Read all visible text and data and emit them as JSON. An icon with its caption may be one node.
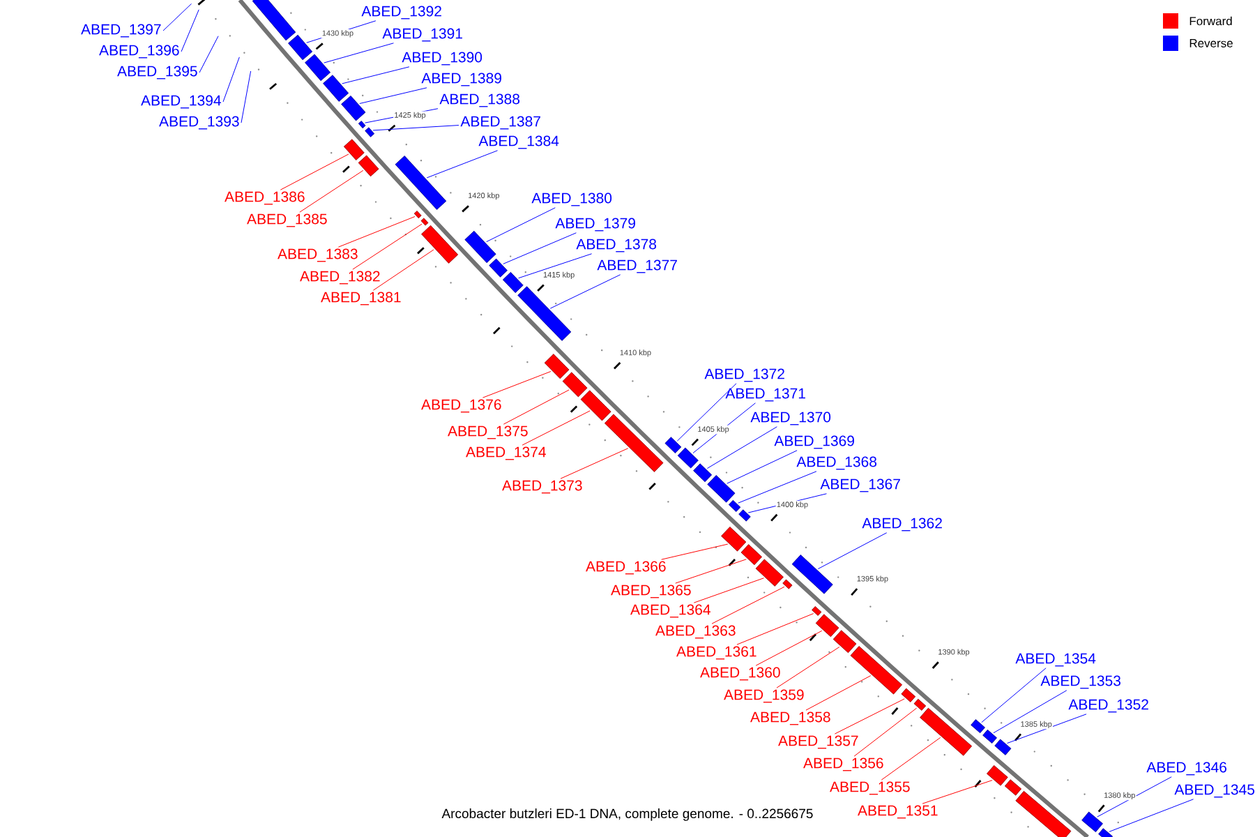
{
  "diagram": {
    "caption": "Arcobacter butzleri ED-1 DNA, complete genome. - 0..2256675",
    "nodes": [
      {
        "text": [
          "ABED_1397"
        ]
      },
      {
        "text": [
          "ABED_1396"
        ]
      },
      {
        "text": [
          "ABED_1395"
        ]
      },
      {
        "text": [
          "ABED_1394"
        ]
      },
      {
        "text": [
          "ABED_1393"
        ]
      },
      {
        "text": [],
        "shape": "box"
      },
      {
        "text": [
          "ABED_1392"
        ]
      },
      {
        "text": [],
        "shape": "box"
      },
      {
        "text": [
          "ABED_1391"
        ]
      },
      {
        "text": [],
        "shape": "box"
      },
      {
        "text": [
          "ABED_1390"
        ]
      },
      {
        "text": [],
        "shape": "box"
      },
      {
        "text": [
          "ABED_1389"
        ]
      },
      {
        "text": [],
        "shape": "box"
      },
      {
        "text": [
          "ABED_1388"
        ]
      },
      {
        "text": [],
        "shape": "box"
      },
      {
        "text": [
          "ABED_1387"
        ]
      },
      {
        "text": [],
        "shape": "box"
      },
      {
        "text": [
          "ABED_1386"
        ]
      },
      {
        "text": [],
        "shape": "box"
      },
      {
        "text": [
          "ABED_1385"
        ]
      },
      {
        "text": [],
        "shape": "box"
      },
      {
        "text": [
          "ABED_1384"
        ]
      },
      {
        "text": [],
        "shape": "box"
      },
      {
        "text": [
          "ABED_1383"
        ]
      },
      {
        "text": [],
        "shape": "box"
      },
      {
        "text": [
          "ABED_1382"
        ]
      },
      {
        "text": [],
        "shape": "box"
      },
      {
        "text": [
          "ABED_1381"
        ]
      },
      {
        "text": [],
        "shape": "box"
      },
      {
        "text": [
          "ABED_1380"
        ]
      },
      {
        "text": [],
        "shape": "box"
      },
      {
        "text": [
          "ABED_1379"
        ]
      },
      {
        "text": [],
        "shape": "box"
      },
      {
        "text": [
          "ABED_1378"
        ]
      },
      {
        "text": [],
        "shape": "box"
      },
      {
        "text": [
          "ABED_1377"
        ]
      },
      {
        "text": [],
        "shape": "box"
      },
      {
        "text": [
          "ABED_1376"
        ]
      },
      {
        "text": [],
        "shape": "box"
      },
      {
        "text": [
          "ABED_1375"
        ]
      },
      {
        "text": [],
        "shape": "box"
      },
      {
        "text": [
          "ABED_1374"
        ]
      },
      {
        "text": [],
        "shape": "box"
      },
      {
        "text": [
          "ABED_1373"
        ]
      },
      {
        "text": [],
        "shape": "box"
      },
      {
        "text": [
          "ABED_1372"
        ]
      },
      {
        "text": [],
        "shape": "box"
      },
      {
        "text": [
          "ABED_1371"
        ]
      },
      {
        "text": [],
        "shape": "box"
      },
      {
        "text": [
          "ABED_1370"
        ]
      },
      {
        "text": [],
        "shape": "box"
      },
      {
        "text": [
          "ABED_1369"
        ]
      },
      {
        "text": [],
        "shape": "box"
      },
      {
        "text": [
          "ABED_1368"
        ]
      },
      {
        "text": [],
        "shape": "box"
      },
      {
        "text": [
          "ABED_1367"
        ]
      },
      {
        "text": [],
        "shape": "box"
      },
      {
        "text": [
          "ABED_1366"
        ]
      },
      {
        "text": [],
        "shape": "box"
      },
      {
        "text": [
          "ABED_1365"
        ]
      },
      {
        "text": [],
        "shape": "box"
      },
      {
        "text": [
          "ABED_1364"
        ]
      },
      {
        "text": [],
        "shape": "box"
      },
      {
        "text": [
          "ABED_1363"
        ]
      },
      {
        "text": [],
        "shape": "box"
      },
      {
        "text": [
          "ABED_1362"
        ]
      },
      {
        "text": [],
        "shape": "box"
      },
      {
        "text": [
          "ABED_1361"
        ]
      },
      {
        "text": [],
        "shape": "box"
      },
      {
        "text": [
          "ABED_1360"
        ]
      },
      {
        "text": [],
        "shape": "box"
      },
      {
        "text": [
          "ABED_1359"
        ]
      },
      {
        "text": [],
        "shape": "box"
      },
      {
        "text": [
          "ABED_1358"
        ]
      },
      {
        "text": [],
        "shape": "box"
      },
      {
        "text": [
          "ABED_1357"
        ]
      },
      {
        "text": [],
        "shape": "box"
      },
      {
        "text": [
          "ABED_1356"
        ]
      },
      {
        "text": [],
        "shape": "box"
      },
      {
        "text": [
          "ABED_1355"
        ]
      },
      {
        "text": [],
        "shape": "box"
      },
      {
        "text": [
          "ABED_1354"
        ]
      },
      {
        "text": [],
        "shape": "box"
      },
      {
        "text": [
          "ABED_1353"
        ]
      },
      {
        "text": [],
        "shape": "box"
      },
      {
        "text": [
          "ABED_1352"
        ]
      },
      {
        "text": [],
        "shape": "box"
      },
      {
        "text": [
          "ABED_1351"
        ]
      },
      {
        "text": [],
        "shape": "box"
      },
      {
        "text": [],
        "shape": "box"
      },
      {
        "text": [],
        "shape": "box"
      },
      {
        "text": [
          "ABED_1346"
        ]
      },
      {
        "text": [],
        "shape": "box"
      },
      {
        "text": [
          "ABED_1345"
        ]
      },
      {
        "text": [],
        "shape": "box"
      }
    ],
    "edges": [
      {
        "from": 0,
        "to": null,
        "arrow": "none"
      },
      {
        "from": 1,
        "to": null,
        "arrow": "none"
      },
      {
        "from": 2,
        "to": null,
        "arrow": "none"
      },
      {
        "from": 3,
        "to": null,
        "arrow": "none"
      },
      {
        "from": 4,
        "to": null,
        "arrow": "none"
      },
      {
        "from": 6,
        "to": 7,
        "arrow": "none"
      },
      {
        "from": 8,
        "to": 9,
        "arrow": "none"
      },
      {
        "from": 10,
        "to": 11,
        "arrow": "none"
      },
      {
        "from": 12,
        "to": 13,
        "arrow": "none"
      },
      {
        "from": 14,
        "to": 15,
        "arrow": "none"
      },
      {
        "from": 16,
        "to": 17,
        "arrow": "none"
      },
      {
        "from": 18,
        "to": 19,
        "arrow": "none",
        "color": "#ff0000"
      },
      {
        "from": 20,
        "to": 21,
        "arrow": "none",
        "color": "#ff0000"
      },
      {
        "from": 22,
        "to": 23,
        "arrow": "none"
      },
      {
        "from": 24,
        "to": 25,
        "arrow": "none",
        "color": "#ff0000"
      },
      {
        "from": 26,
        "to": 27,
        "arrow": "none",
        "color": "#ff0000"
      },
      {
        "from": 28,
        "to": 29,
        "arrow": "none",
        "color": "#ff0000"
      },
      {
        "from": 30,
        "to": 31,
        "arrow": "none"
      },
      {
        "from": 32,
        "to": 33,
        "arrow": "none"
      },
      {
        "from": 34,
        "to": 35,
        "arrow": "none"
      },
      {
        "from": 36,
        "to": 37,
        "arrow": "none"
      },
      {
        "from": 38,
        "to": 39,
        "arrow": "none",
        "color": "#ff0000"
      },
      {
        "from": 40,
        "to": 41,
        "arrow": "none",
        "color": "#ff0000"
      },
      {
        "from": 42,
        "to": 43,
        "arrow": "none",
        "color": "#ff0000"
      },
      {
        "from": 44,
        "to": 45,
        "arrow": "none",
        "color": "#ff0000"
      },
      {
        "from": 46,
        "to": 47,
        "arrow": "none"
      },
      {
        "from": 48,
        "to": 49,
        "arrow": "none"
      },
      {
        "from": 50,
        "to": 51,
        "arrow": "none"
      },
      {
        "from": 52,
        "to": 53,
        "arrow": "none"
      },
      {
        "from": 54,
        "to": 55,
        "arrow": "none"
      },
      {
        "from": 56,
        "to": 57,
        "arrow": "none"
      },
      {
        "from": 58,
        "to": 59,
        "arrow": "none",
        "color": "#ff0000"
      },
      {
        "from": 60,
        "to": 61,
        "arrow": "none",
        "color": "#ff0000"
      },
      {
        "from": 62,
        "to": 63,
        "arrow": "none",
        "color": "#ff0000"
      },
      {
        "from": 64,
        "to": 65,
        "arrow": "none",
        "color": "#ff0000"
      },
      {
        "from": 66,
        "to": 67,
        "arrow": "none"
      },
      {
        "from": 68,
        "to": 69,
        "arrow": "none",
        "color": "#ff0000"
      },
      {
        "from": 70,
        "to": 71,
        "arrow": "none",
        "color": "#ff0000"
      },
      {
        "from": 72,
        "to": 73,
        "arrow": "none",
        "color": "#ff0000"
      },
      {
        "from": 74,
        "to": 75,
        "arrow": "none",
        "color": "#ff0000"
      },
      {
        "from": 76,
        "to": 77,
        "arrow": "none",
        "color": "#ff0000"
      },
      {
        "from": 78,
        "to": 79,
        "arrow": "none",
        "color": "#ff0000"
      },
      {
        "from": 80,
        "to": 81,
        "arrow": "none",
        "color": "#ff0000"
      },
      {
        "from": 82,
        "to": 83,
        "arrow": "none"
      },
      {
        "from": 84,
        "to": 85,
        "arrow": "none"
      },
      {
        "from": 86,
        "to": 87,
        "arrow": "none"
      },
      {
        "from": 88,
        "to": 89,
        "arrow": "none",
        "color": "#ff0000"
      },
      {
        "from": 92,
        "to": 93,
        "arrow": "none"
      },
      {
        "from": 94,
        "to": 95,
        "arrow": "none"
      }
    ],
    "labels": [
      "1430 kbp",
      "1425 kbp",
      "1420 kbp",
      "1415 kbp",
      "1410 kbp",
      "1405 kbp",
      "1400 kbp",
      "1395 kbp",
      "1390 kbp",
      "1385 kbp",
      "1380 kbp"
    ],
    "legend": [
      {
        "text": "Forward",
        "color": "#ff0000"
      },
      {
        "text": "Reverse",
        "color": "#0000ff"
      }
    ]
  }
}
